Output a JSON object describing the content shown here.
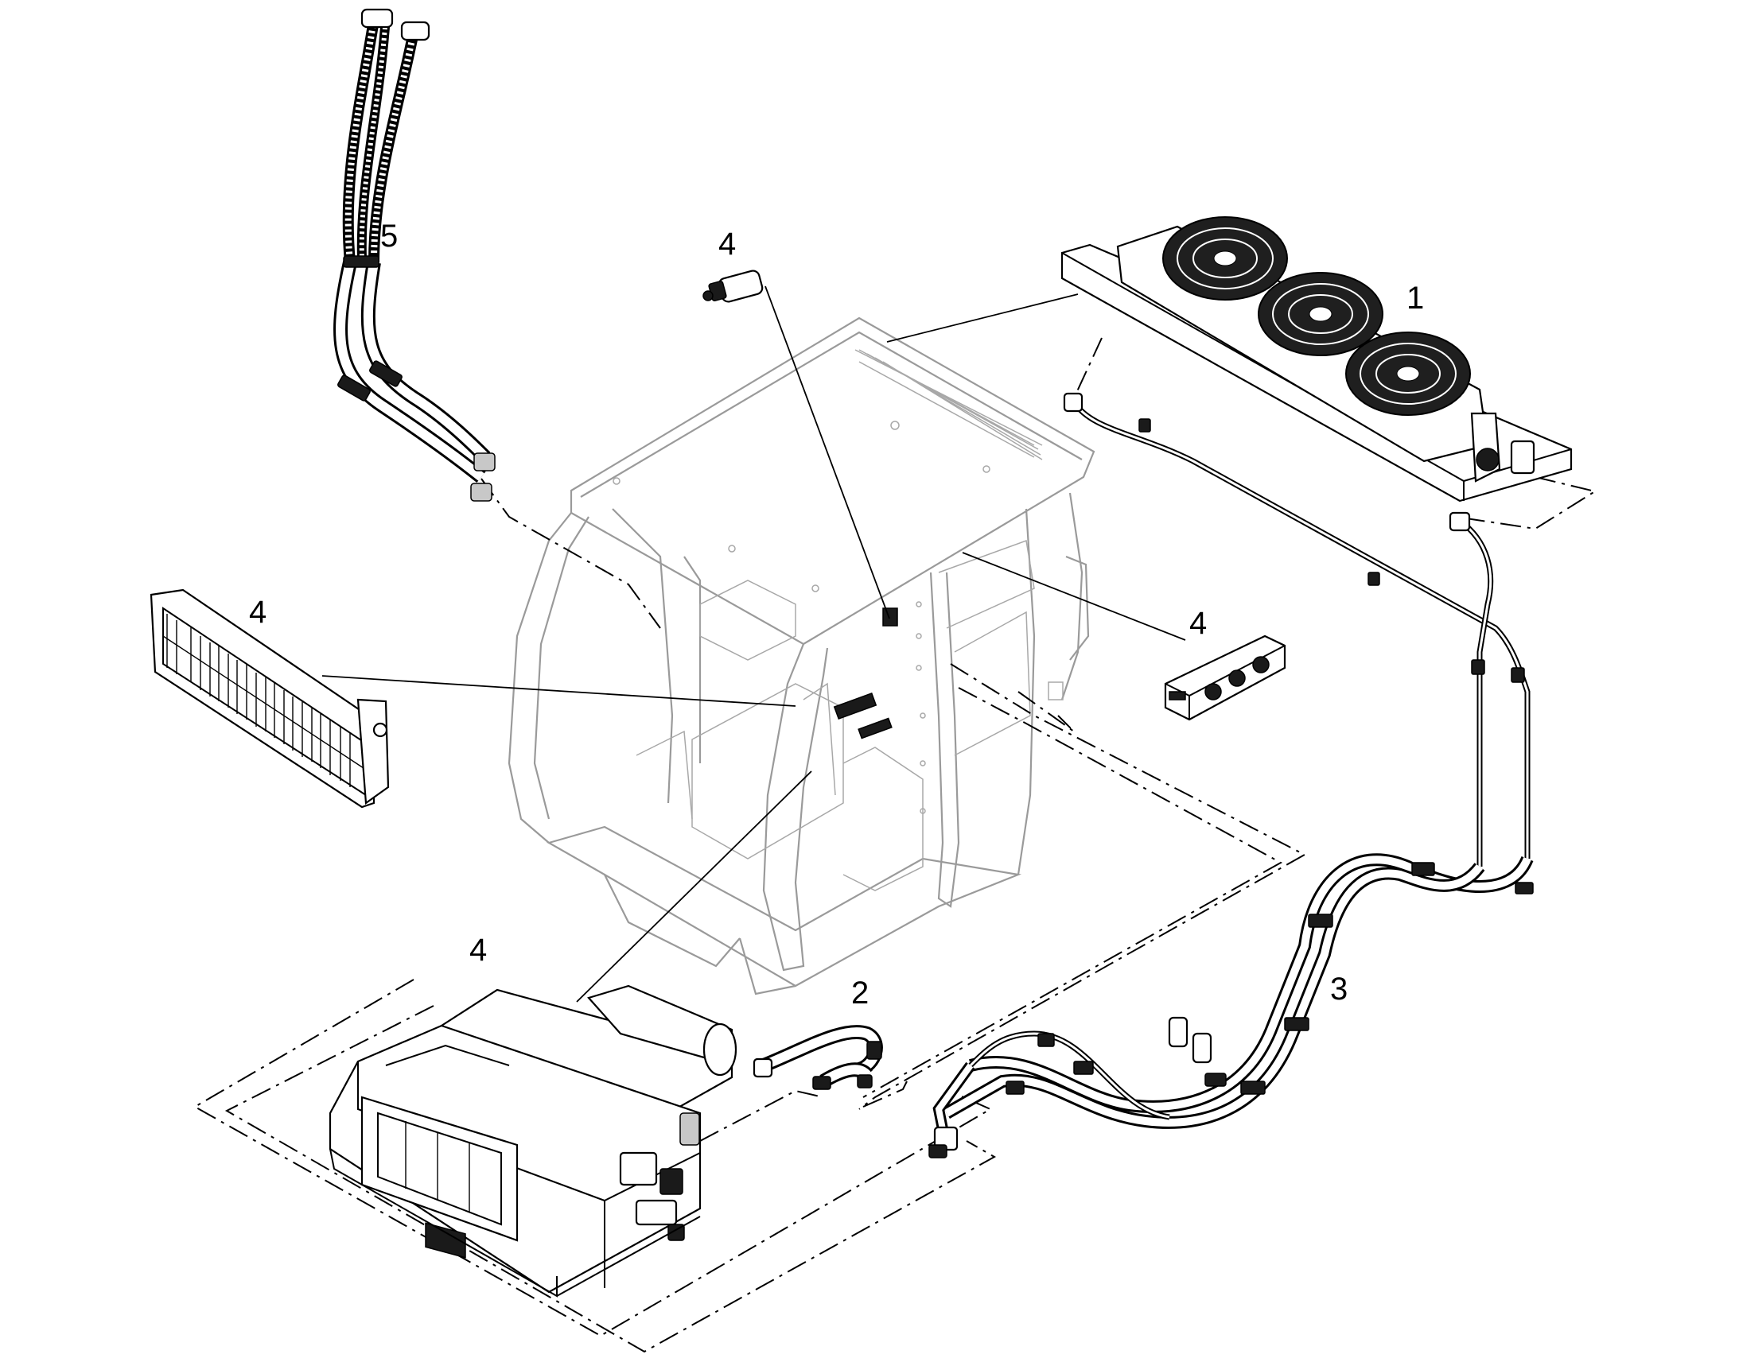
{
  "diagram": {
    "callouts": [
      {
        "id": "c1",
        "label": "1"
      },
      {
        "id": "c2",
        "label": "2"
      },
      {
        "id": "c3",
        "label": "3"
      },
      {
        "id": "c4a",
        "label": "4"
      },
      {
        "id": "c4b",
        "label": "4"
      },
      {
        "id": "c4c",
        "label": "4"
      },
      {
        "id": "c4d",
        "label": "4"
      },
      {
        "id": "c5",
        "label": "5"
      }
    ],
    "parts": [
      {
        "callout": "1",
        "icon": "condenser-fan-unit-icon"
      },
      {
        "callout": "2",
        "icon": "hose-icon"
      },
      {
        "callout": "3",
        "icon": "hose-assembly-icon"
      },
      {
        "callout": "4",
        "icon": "pressure-switch-icon"
      },
      {
        "callout": "4",
        "icon": "air-filter-icon"
      },
      {
        "callout": "4",
        "icon": "control-panel-icon"
      },
      {
        "callout": "4",
        "icon": "evaporator-unit-icon"
      },
      {
        "callout": "5",
        "icon": "heater-hose-icon"
      }
    ],
    "colors": {
      "line": "#000000",
      "cab": "#9a9a9a",
      "background": "#ffffff"
    }
  }
}
